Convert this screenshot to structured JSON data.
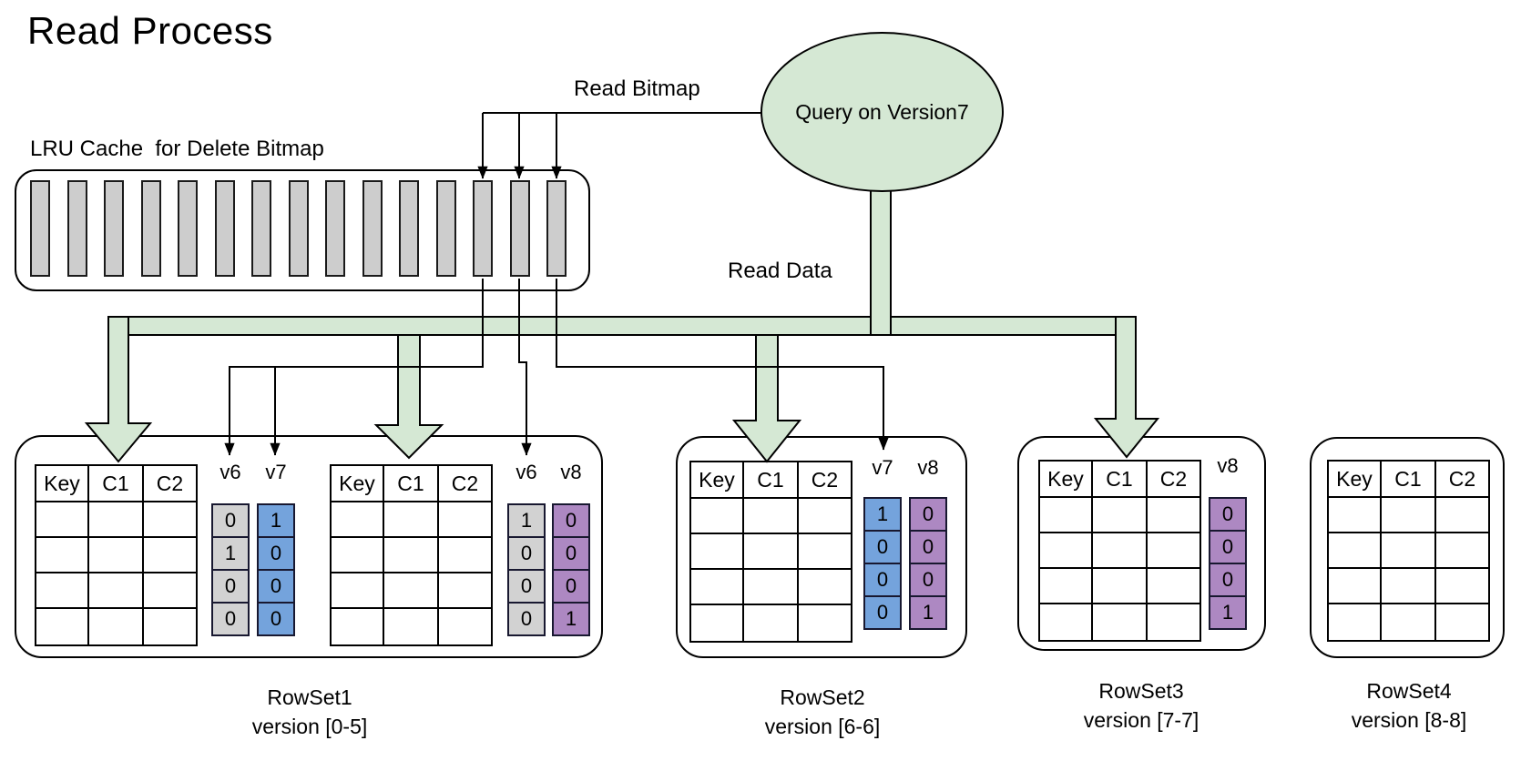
{
  "title": "Read Process",
  "labels": {
    "read_bitmap": "Read Bitmap",
    "read_data": "Read Data"
  },
  "query_node": {
    "label": "Query on Version7"
  },
  "lru_cache": {
    "label": "LRU Cache  for Delete Bitmap",
    "slot_count": 15,
    "arrow_slot_indices": [
      12,
      13,
      14
    ]
  },
  "colors": {
    "pipe_green": "#d5e8d4",
    "bitmap_gray": "#d2d2d2",
    "bitmap_blue": "#74a3dc",
    "bitmap_purple": "#ad88c2"
  },
  "rowsets": [
    {
      "name": "RowSet1",
      "version": "version [0-5]",
      "tables": [
        {
          "headers": [
            "Key",
            "C1",
            "C2"
          ],
          "body_rows": 4
        },
        {
          "headers": [
            "Key",
            "C1",
            "C2"
          ],
          "body_rows": 4
        }
      ],
      "bitmap_columns": [
        {
          "label": "v6",
          "color": "gray",
          "values": [
            "0",
            "1",
            "0",
            "0"
          ]
        },
        {
          "label": "v7",
          "color": "blue",
          "values": [
            "1",
            "0",
            "0",
            "0"
          ]
        },
        {
          "label": "v6",
          "color": "gray",
          "values": [
            "1",
            "0",
            "0",
            "0"
          ]
        },
        {
          "label": "v8",
          "color": "purple",
          "values": [
            "0",
            "0",
            "0",
            "1"
          ]
        }
      ]
    },
    {
      "name": "RowSet2",
      "version": "version [6-6]",
      "tables": [
        {
          "headers": [
            "Key",
            "C1",
            "C2"
          ],
          "body_rows": 4
        }
      ],
      "bitmap_columns": [
        {
          "label": "v7",
          "color": "blue",
          "values": [
            "1",
            "0",
            "0",
            "0"
          ]
        },
        {
          "label": "v8",
          "color": "purple",
          "values": [
            "0",
            "0",
            "0",
            "1"
          ]
        }
      ]
    },
    {
      "name": "RowSet3",
      "version": "version [7-7]",
      "tables": [
        {
          "headers": [
            "Key",
            "C1",
            "C2"
          ],
          "body_rows": 4
        }
      ],
      "bitmap_columns": [
        {
          "label": "v8",
          "color": "purple",
          "values": [
            "0",
            "0",
            "0",
            "1"
          ]
        }
      ]
    },
    {
      "name": "RowSet4",
      "version": "version [8-8]",
      "tables": [
        {
          "headers": [
            "Key",
            "C1",
            "C2"
          ],
          "body_rows": 4
        }
      ],
      "bitmap_columns": []
    }
  ]
}
